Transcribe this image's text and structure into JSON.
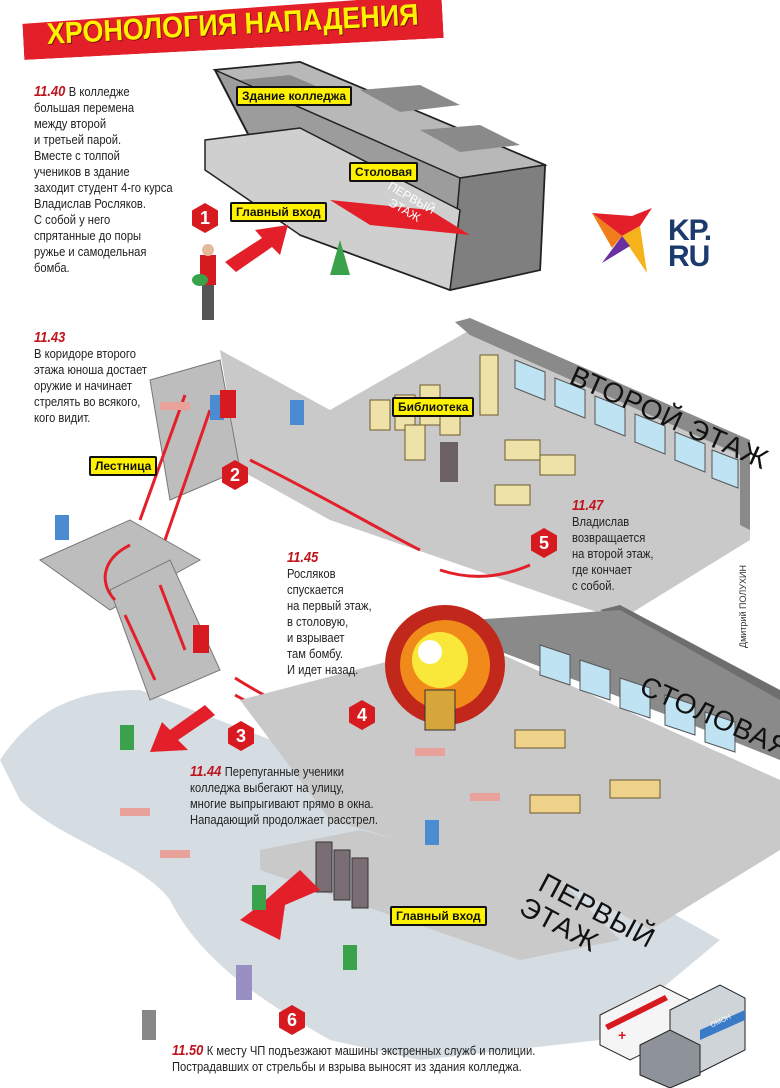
{
  "title": "ХРОНОЛОГИЯ НАПАДЕНИЯ",
  "logo": {
    "line1": "KP.",
    "line2": "RU",
    "icon": "swallow-bird-icon"
  },
  "credit": "Дмитрий ПОЛУХИН",
  "colors": {
    "accent_red": "#d71920",
    "label_yellow": "#fff200",
    "logo_blue": "#1c3a6e",
    "floor_gray": "#c9c9c9",
    "ground_blue": "#d5dde3"
  },
  "building_labels": {
    "college_building": "Здание колледжа",
    "canteen": "Столовая",
    "main_entrance": "Главный вход",
    "first_floor_tag": "ПЕРВЫЙ ЭТАЖ"
  },
  "scene_labels": {
    "library": "Библиотека",
    "stairs": "Лестница",
    "main_entrance": "Главный вход",
    "second_floor": "ВТОРОЙ ЭТАЖ",
    "canteen": "СТОЛОВАЯ",
    "first_floor_line1": "ПЕРВЫЙ",
    "first_floor_line2": "ЭТАЖ"
  },
  "steps": [
    {
      "number": "1",
      "time": "11.40",
      "lines": [
        "В колледже",
        "большая перемена",
        "между второй",
        "и третьей парой.",
        "Вместе с толпой",
        "учеников в здание",
        "заходит студент 4-го курса",
        "Владислав Росляков.",
        "С собой у него",
        "спрятанные до поры",
        "ружье и самодельная",
        "бомба."
      ]
    },
    {
      "number": "2",
      "time": "11.43",
      "lines": [
        "В коридоре второго",
        "этажа юноша достает",
        "оружие и начинает",
        "стрелять во всякого,",
        "кого видит."
      ]
    },
    {
      "number": "3",
      "time": "11.44",
      "lines": [
        "Перепуганные ученики",
        "колледжа выбегают на улицу,",
        "многие выпрыгивают прямо в окна.",
        "Нападающий продолжает расстрел."
      ]
    },
    {
      "number": "4",
      "time": "11.45",
      "lines": [
        "Росляков",
        "спускается",
        "на первый этаж,",
        "в столовую,",
        "и взрывает",
        "там бомбу.",
        "И идет назад."
      ]
    },
    {
      "number": "5",
      "time": "11.47",
      "lines": [
        "Владислав",
        "возвращается",
        "на второй этаж,",
        "где кончает",
        "с собой."
      ]
    },
    {
      "number": "6",
      "time": "11.50",
      "lines": [
        "К месту ЧП подъезжают машины экстренных служб и полиции.",
        "Пострадавших от стрельбы и взрыва выносят из здания колледжа."
      ]
    }
  ],
  "vehicles": {
    "police_truck_text": "ОМОН"
  }
}
